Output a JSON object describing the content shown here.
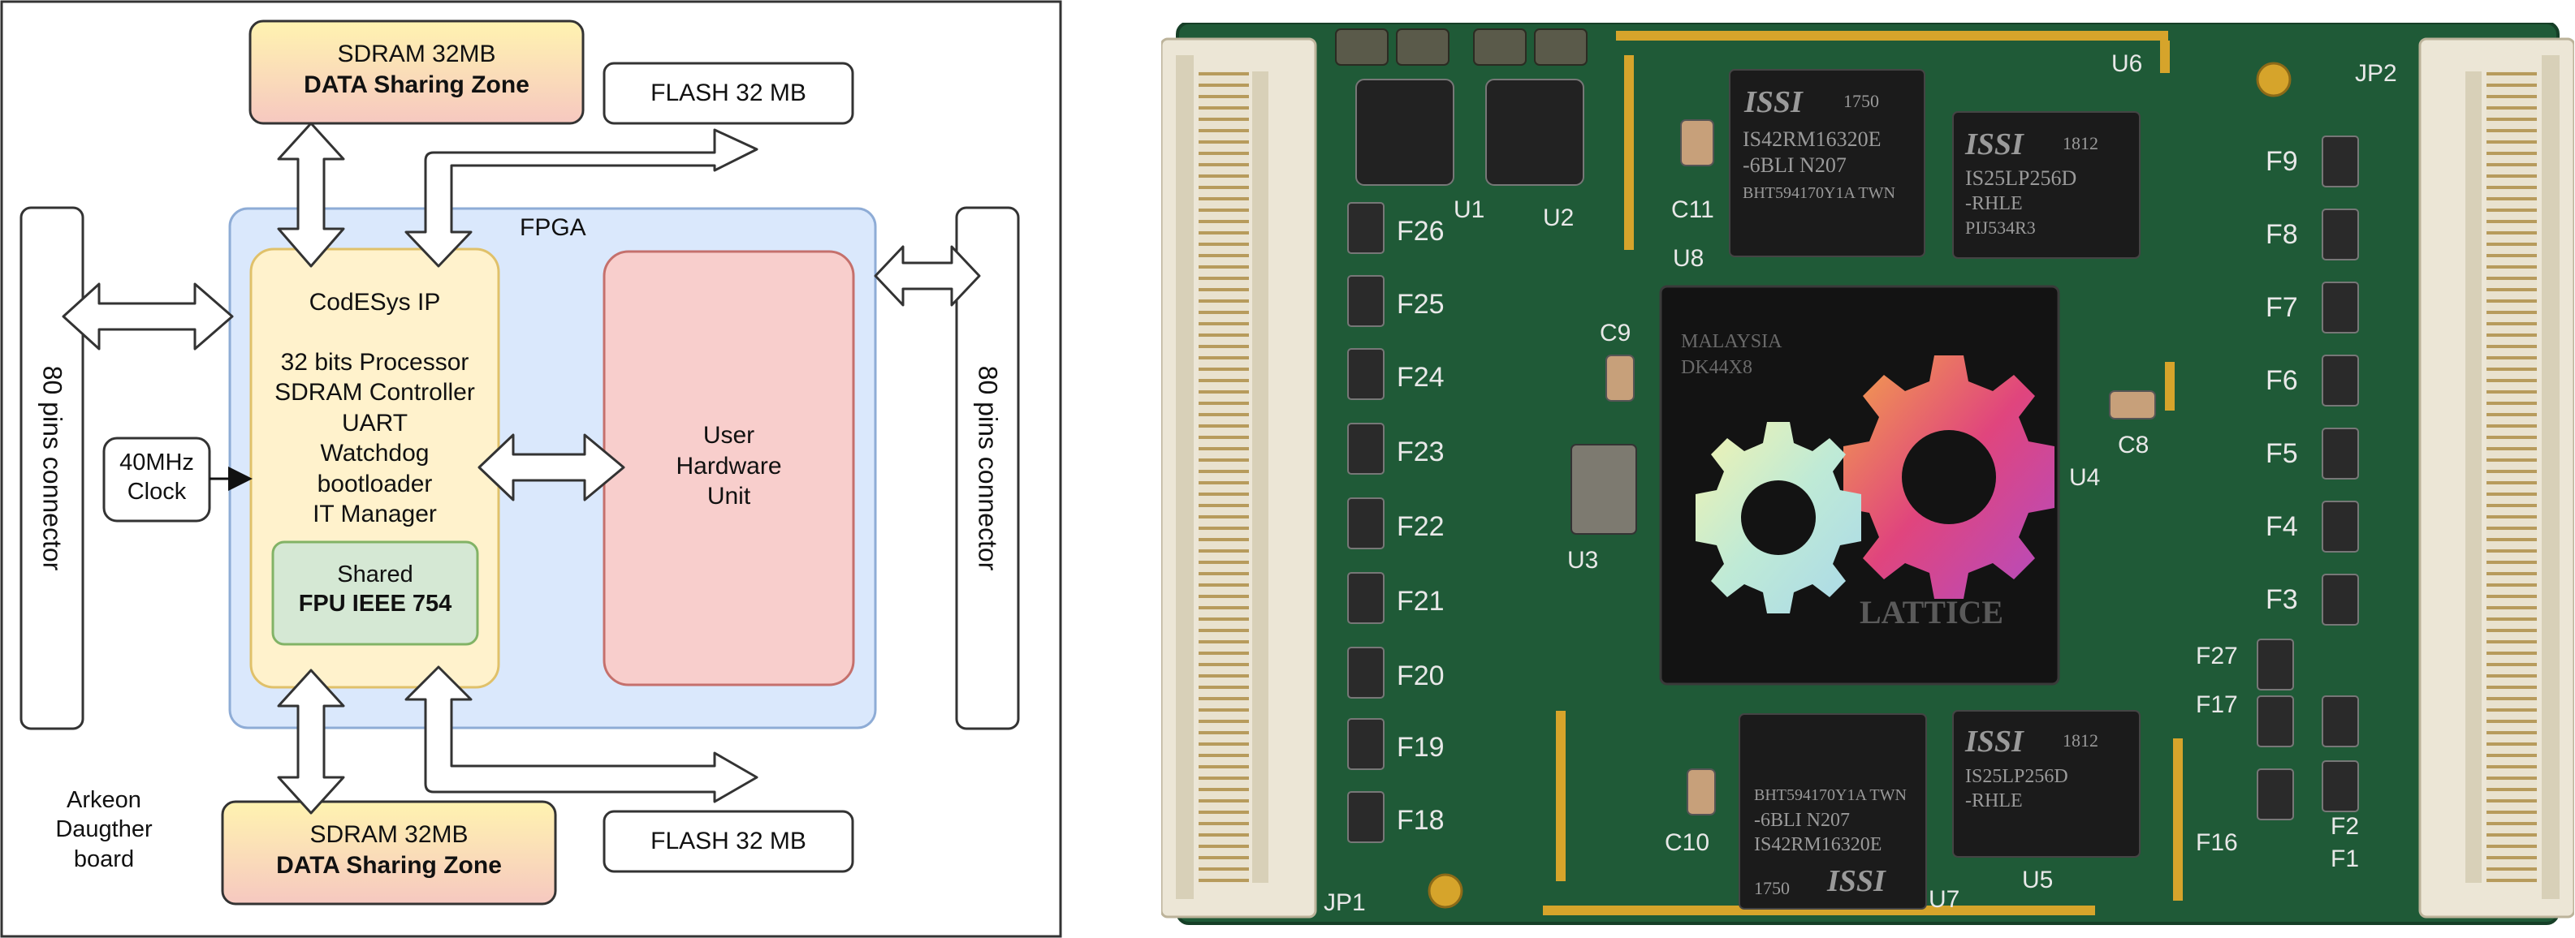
{
  "diagram": {
    "fpga_label": "FPGA",
    "sdram_top": {
      "line1": "SDRAM 32MB",
      "line2": "DATA Sharing Zone"
    },
    "sdram_bottom": {
      "line1": "SDRAM 32MB",
      "line2": "DATA Sharing Zone"
    },
    "flash_top": "FLASH 32 MB",
    "flash_bottom": "FLASH 32 MB",
    "left_connector": "80 pins connector",
    "right_connector": "80 pins connector",
    "clock": {
      "line1": "40MHz",
      "line2": "Clock"
    },
    "codesys": {
      "title": "CodESys IP",
      "items": [
        "32 bits Processor",
        "SDRAM Controller",
        "UART",
        "Watchdog",
        "bootloader",
        "IT Manager"
      ]
    },
    "shared": {
      "line1": "Shared",
      "line2": "FPU IEEE 754"
    },
    "user_unit": {
      "line1": "User",
      "line2": "Hardware",
      "line3": "Unit"
    },
    "board_label": {
      "line1": "Arkeon",
      "line2": "Daugther",
      "line3": "board"
    }
  },
  "photo": {
    "chip_u6": {
      "brand": "ISSI",
      "line1": "1750",
      "line2": "IS42RM16320E",
      "line3": "-6BLI  N207",
      "line4": "BHT594170Y1A TWN"
    },
    "chip_u9": {
      "brand": "ISSI",
      "line1": "1812",
      "line2": "IS25LP256D",
      "line3": "-RHLE",
      "line4": "PIJ534R3"
    },
    "chip_u7": {
      "brand": "ISSI",
      "line1": "1750",
      "line2": "IS42RM16320E",
      "line3": "-6BLI  N207",
      "line4": "BHT594170Y1A TWN"
    },
    "chip_u5": {
      "brand": "ISSI",
      "line1": "1812",
      "line2": "IS25LP256D",
      "line3": "-RHLE"
    },
    "fpga_chip": {
      "line1": "MALAYSIA",
      "line2": "DK44X8",
      "line3": "LATTICE"
    },
    "refdes": {
      "u1": "U1",
      "u2": "U2",
      "u3": "U3",
      "u4": "U4",
      "u5": "U5",
      "u6": "U6",
      "u7": "U7",
      "u8": "U8",
      "c8": "C8",
      "c9": "C9",
      "c10": "C10",
      "c11": "C11",
      "jp1": "JP1",
      "jp2": "JP2"
    },
    "fuses_left": [
      "F26",
      "F25",
      "F24",
      "F23",
      "F22",
      "F21",
      "F20",
      "F19",
      "F18"
    ],
    "fuses_right": [
      "F9",
      "F8",
      "F7",
      "F6",
      "F5",
      "F4",
      "F3"
    ],
    "fuses_bottom_right": [
      "F27",
      "F17",
      "F16",
      "F1",
      "F2"
    ],
    "colors": {
      "pcb": "#1f5a37",
      "connector": "#ece6d6",
      "gear_pink": "#e0457d",
      "gear_light": "#c9ecd9"
    }
  }
}
